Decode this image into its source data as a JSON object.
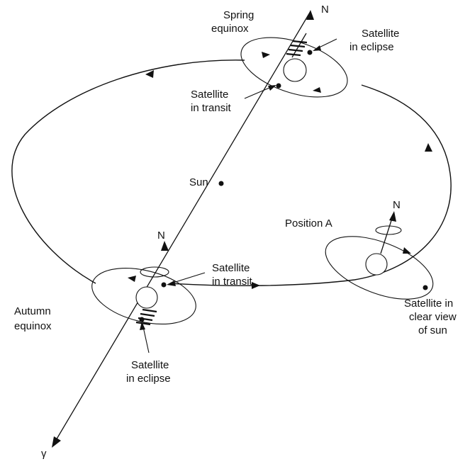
{
  "diagram": {
    "labels": {
      "north": "N",
      "spring_equinox_line1": "Spring",
      "spring_equinox_line2": "equinox",
      "autumn_equinox_line1": "Autumn",
      "autumn_equinox_line2": "equinox",
      "sun": "Sun",
      "position_a": "Position A",
      "gamma": "γ",
      "sat_eclipse_line1": "Satellite",
      "sat_eclipse_line2": "in eclipse",
      "sat_transit_line1": "Satellite",
      "sat_transit_line2": "in transit",
      "sat_clear_line1": "Satellite in",
      "sat_clear_line2": "clear view",
      "sat_clear_line3": "of sun"
    }
  }
}
